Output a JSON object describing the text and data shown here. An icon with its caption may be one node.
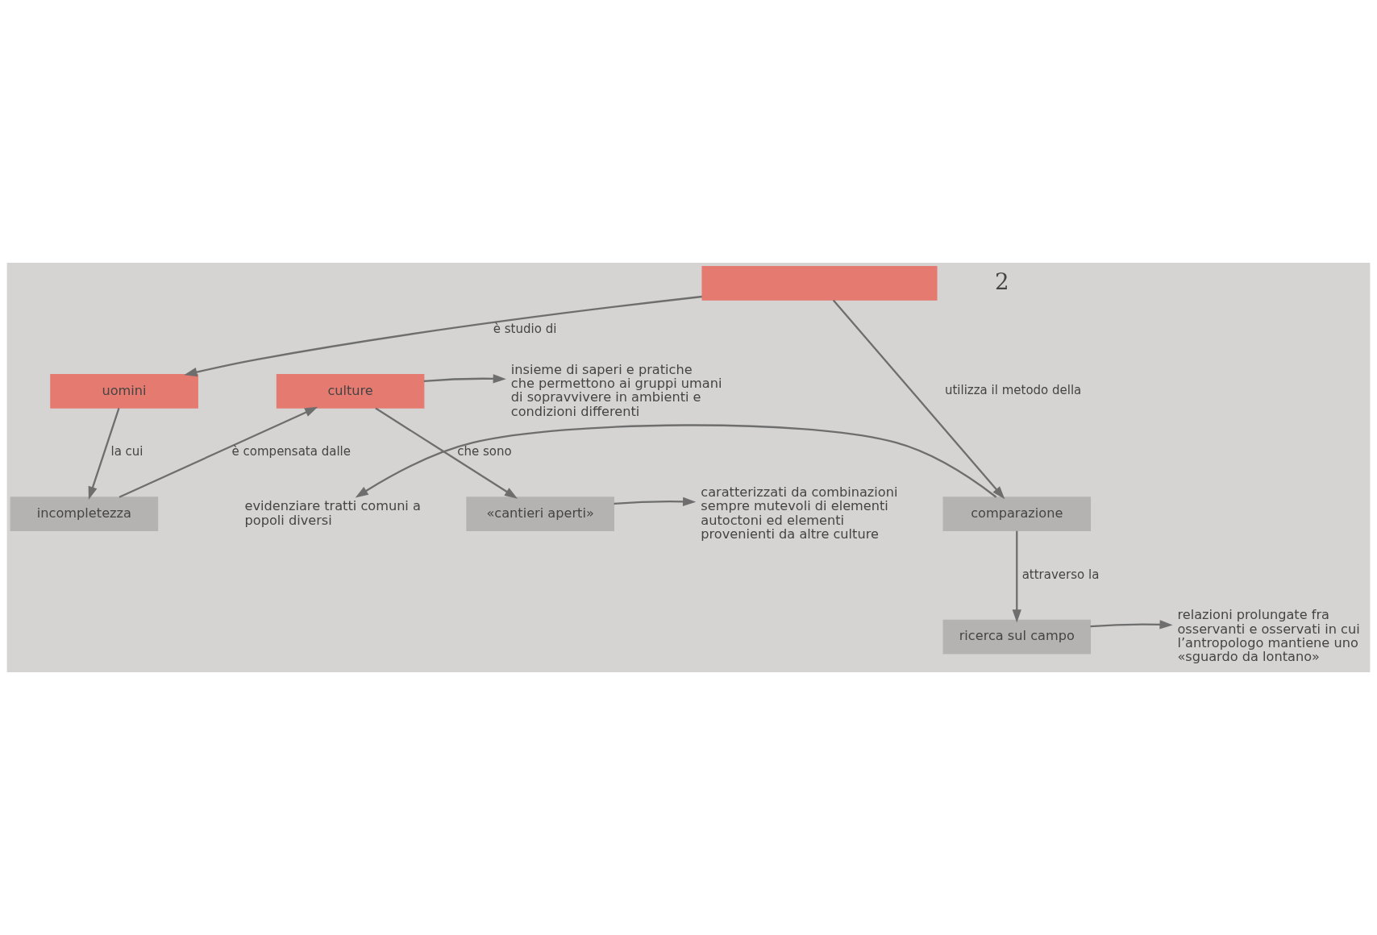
{
  "diagram": {
    "nodes": [
      {
        "text": [],
        "shape": "box"
      },
      {
        "text": [
          "uomini"
        ]
      },
      {
        "text": [
          "culture"
        ]
      },
      {
        "text": [
          "incompletezza"
        ]
      },
      {
        "text": [
          "insieme di saperi e pratiche che permettono ai gruppi umani di sopravvivere in ambienti e condizioni differenti"
        ]
      },
      {
        "text": [
          "«cantieri aperti»"
        ]
      },
      {
        "text": [
          "caratterizzati da combinazioni sempre mutevoli di elementi autoctoni ed elementi provenienti da altre culture"
        ]
      },
      {
        "text": [
          "comparazione"
        ]
      },
      {
        "text": [
          "evidenziare tratti comuni a popoli diversi"
        ]
      },
      {
        "text": [
          "ricerca sul campo"
        ]
      },
      {
        "text": [
          "relazioni prolungate fra osservanti e osservati in cui l’antropologo mantiene uno «sguardo da lontano»"
        ]
      }
    ],
    "edges": [
      {
        "from": 0,
        "to": 1,
        "arrow": "to",
        "label": "è studio di"
      },
      {
        "from": 0,
        "to": 7,
        "arrow": "to",
        "label": "utilizza il metodo della"
      },
      {
        "from": 1,
        "to": 3,
        "arrow": "to",
        "label": "la cui"
      },
      {
        "from": 3,
        "to": 2,
        "arrow": "to",
        "label": "è compensata dalle"
      },
      {
        "from": 2,
        "to": 4,
        "arrow": "to"
      },
      {
        "from": 2,
        "to": 5,
        "arrow": "to",
        "label": "che sono"
      },
      {
        "from": 5,
        "to": 6,
        "arrow": "to"
      },
      {
        "from": 7,
        "to": 8,
        "arrow": "to"
      },
      {
        "from": 7,
        "to": 9,
        "arrow": "to",
        "label": "attraverso la"
      },
      {
        "from": 9,
        "to": 10,
        "arrow": "to"
      }
    ],
    "labels": [
      "2"
    ]
  }
}
